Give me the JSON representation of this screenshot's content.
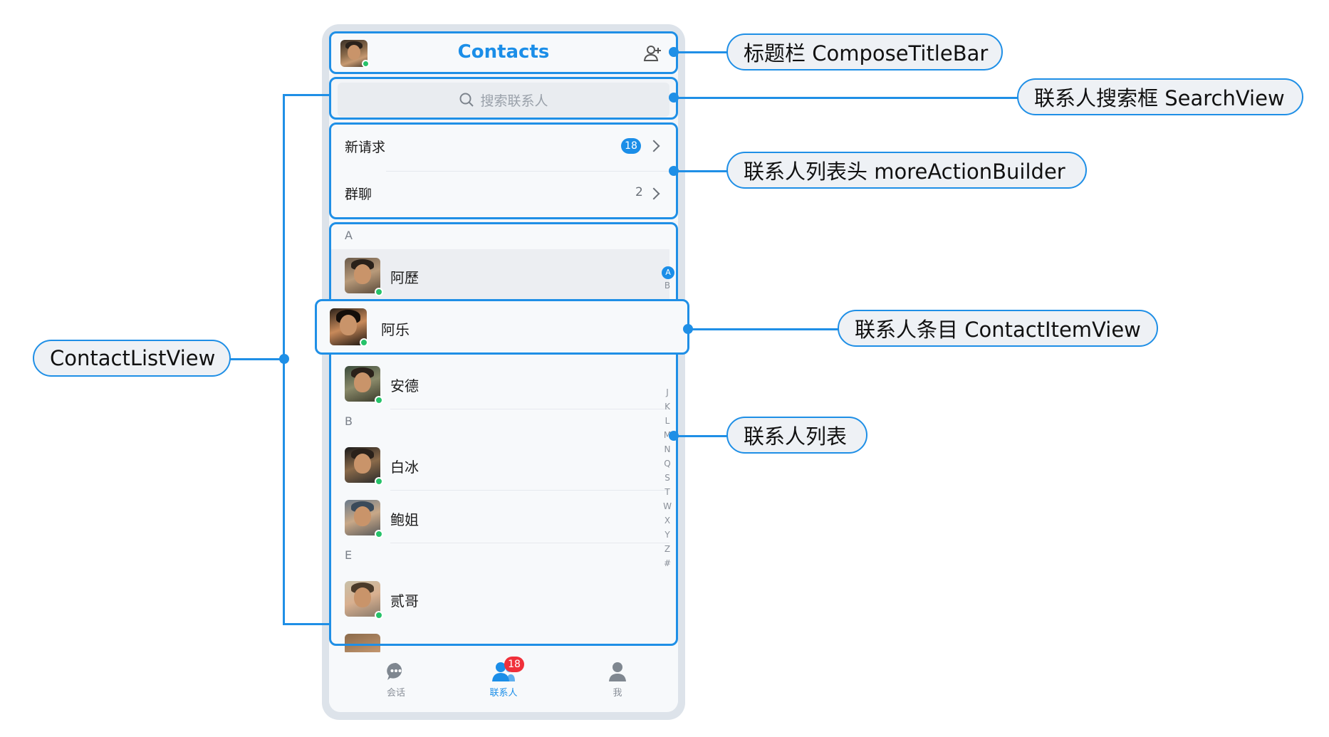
{
  "title_bar": {
    "title": "Contacts",
    "add_icon": "add-person-icon"
  },
  "search": {
    "placeholder": "搜索联系人",
    "icon": "search-icon"
  },
  "header_rows": [
    {
      "label": "新请求",
      "badge": "18"
    },
    {
      "label": "群聊",
      "count": "2"
    }
  ],
  "sections": [
    {
      "letter": "A",
      "contacts": [
        "阿歷",
        "阿乐",
        "安德"
      ]
    },
    {
      "letter": "B",
      "contacts": [
        "白冰",
        "鲍姐"
      ]
    },
    {
      "letter": "E",
      "contacts": [
        "贰哥"
      ]
    }
  ],
  "index_bar": [
    "A",
    "B",
    "J",
    "K",
    "L",
    "M",
    "N",
    "Q",
    "S",
    "T",
    "W",
    "X",
    "Y",
    "Z",
    "#"
  ],
  "index_active": "A",
  "tabs": [
    {
      "label": "会话",
      "icon": "chat-icon"
    },
    {
      "label": "联系人",
      "icon": "contacts-icon",
      "badge": "18",
      "active": true
    },
    {
      "label": "我",
      "icon": "person-icon"
    }
  ],
  "annotations": {
    "title_bar": "标题栏 ComposeTitleBar",
    "search_view": "联系人搜索框 SearchView",
    "header": "联系人列表头 moreActionBuilder",
    "item_view": "联系人条目 ContactItemView",
    "list": "联系人列表",
    "list_view": "ContactListView"
  },
  "colors": {
    "accent": "#1b8ee8",
    "annotation_border": "#1f8fe6",
    "online": "#27c26a",
    "tab_badge": "#f0303a"
  }
}
